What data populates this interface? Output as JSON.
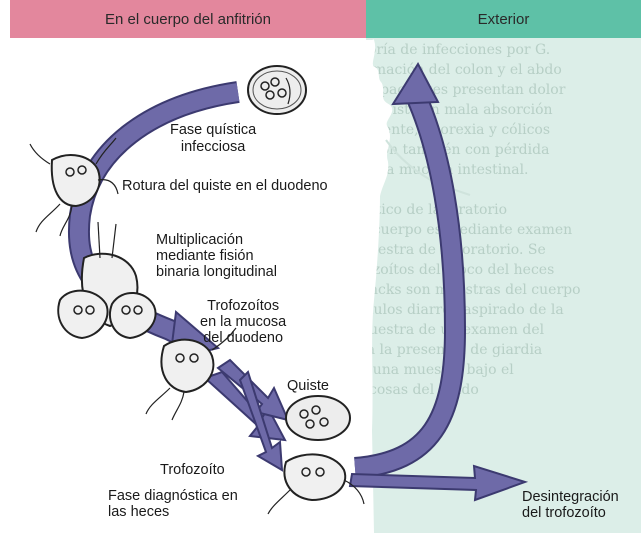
{
  "header": {
    "left_label": "En el cuerpo del anfitrión",
    "right_label": "Exterior"
  },
  "background_text": [
    "yoría de infecciones por G.",
    "lamación del colon y el abdo",
    "os pacientes presentan dolor",
    "consiste en mala absorción",
    "tenente, anorexia y cólicos",
    "ación también con pérdida",
    "de la mucosa intestinal.",
    "",
    "óstico de laboratorio",
    "e cuerpo es mediante examen",
    "nuestra de laboratorio. Se",
    "lozoítos del moco del heces",
    "uncks son muestras del cuerpo",
    "ínulos diarrea aspirado de la",
    "nuestra de un examen del",
    "ra la presencia de giardia",
    "e una muestra bajo el",
    "ucosas del tejido"
  ],
  "stages": {
    "cyst_infective": "Fase quística\ninfecciosa",
    "cyst_rupture": "Rotura del quiste en el duodeno",
    "multiplication": "Multiplicación\nmediante fisión\nbinaria longitudinal",
    "trophozoites_mucosa": "Trofozoítos\nen la mucosa\ndel duodeno",
    "cyst": "Quiste",
    "trophozoite": "Trofozoíto",
    "diagnostic": "Fase diagnóstica en\nlas heces",
    "disintegration": "Desintegración\ndel trofozoíto"
  },
  "colors": {
    "header_left": "#e3879d",
    "header_right": "#5ec1a7",
    "arrow_fill": "#6e6aa8",
    "arrow_stroke": "#3c3a70",
    "exterior_bg": "#dceee8"
  }
}
